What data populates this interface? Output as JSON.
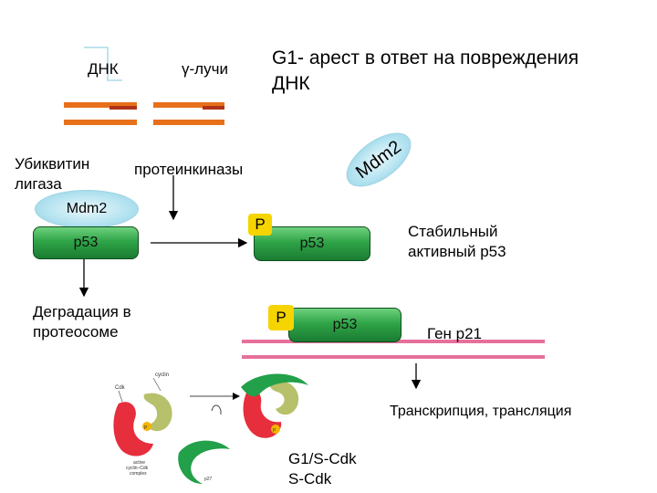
{
  "labels": {
    "dna": "ДНК",
    "gamma_rays": "γ-лучи",
    "title_line1": "G1- арест в ответ на повреждения",
    "title_line2": "ДНК",
    "ubiquitin_line1": "Убиквитин",
    "ubiquitin_line2": "лигаза",
    "mdm2": "Mdm2",
    "proteinkinases": "протеинкиназы",
    "mdm2_rotated": "Mdm2",
    "p": "P",
    "p53": "p53",
    "stable_line1": "Стабильный",
    "stable_line2": "активный р53",
    "degradation_line1": "Деградация в",
    "degradation_line2": "протеосоме",
    "gene_p21": "Ген р21",
    "transcription": "Транскрипция, трансляция",
    "cdk_line1": "G1/S-Cdk",
    "cdk_line2": "S-Cdk"
  },
  "inset": {
    "cyclin": "cyclin",
    "cdk": "Cdk",
    "p": "P",
    "active_complex_line1": "active",
    "active_complex_line2": "cyclin–Cdk",
    "active_complex_line3": "complex",
    "p27": "p27"
  },
  "colors": {
    "dna_bar": "#e8701a",
    "dna_bar_dark": "#b0321a",
    "p53_green": "#2fa447",
    "p_yellow": "#f5d400",
    "gene_line": "#e6709c",
    "mdm2_blue": "#b7e4f1",
    "cyclin_red": "#e62e3c",
    "cdk_olive": "#b7c06a",
    "p27_green": "#22a04a"
  }
}
